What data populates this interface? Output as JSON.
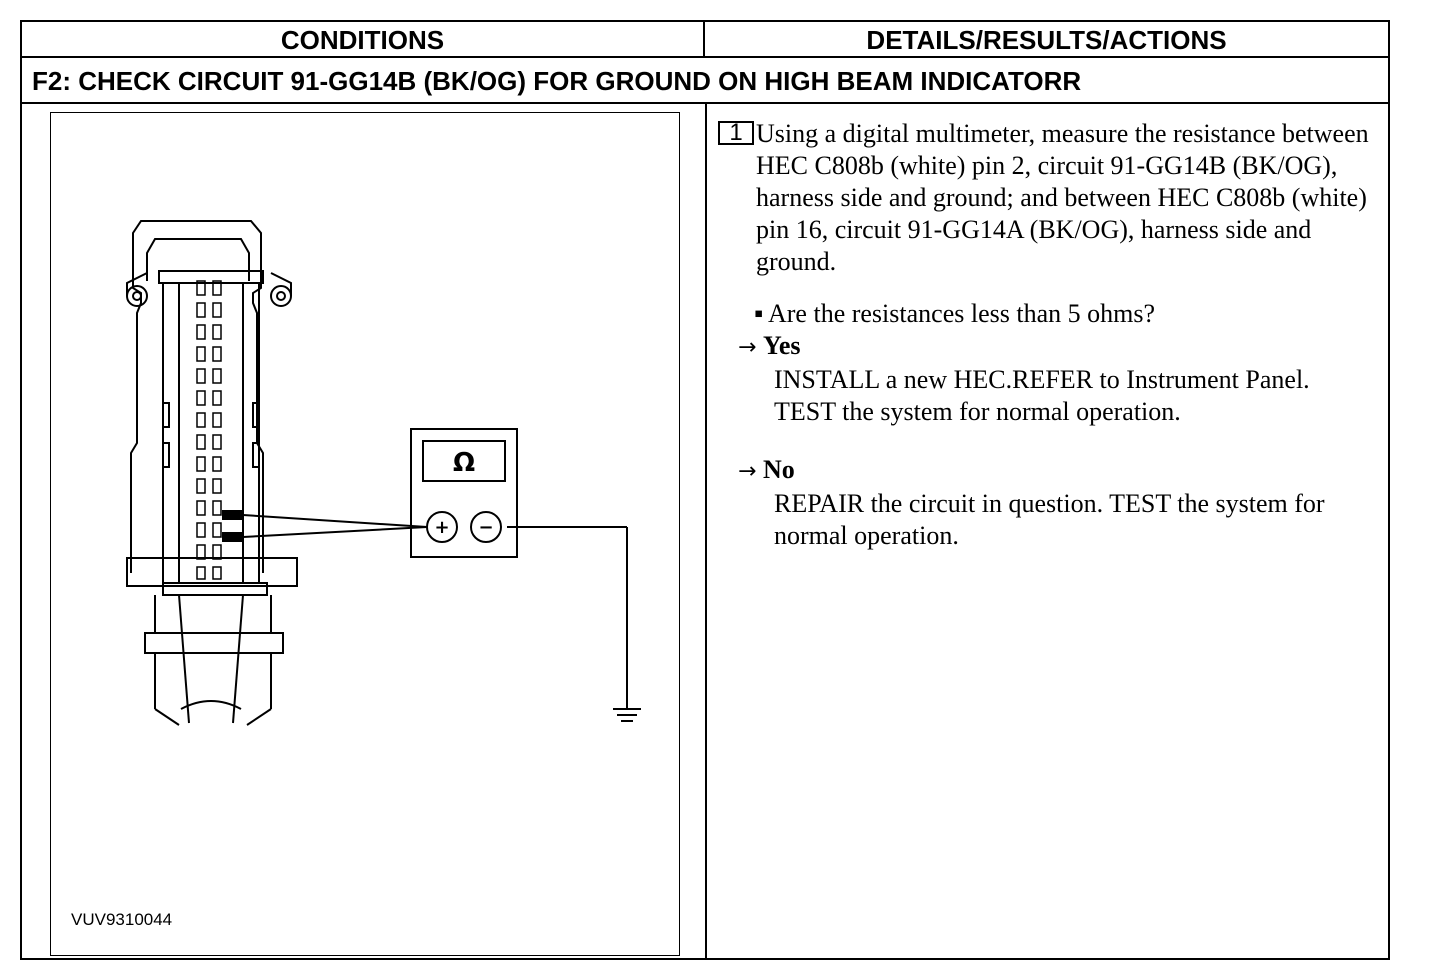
{
  "table": {
    "headers": {
      "conditions": "CONDITIONS",
      "details": "DETAILS/RESULTS/ACTIONS"
    },
    "title": "F2: CHECK CIRCUIT 91-GG14B (BK/OG) FOR GROUND ON HIGH BEAM INDICATORR"
  },
  "figure": {
    "code": "VUV9310044",
    "meter_symbol": "Ω",
    "plus_symbol": "+",
    "minus_symbol": "−",
    "icons": [
      "connector",
      "multimeter",
      "ground-symbol"
    ]
  },
  "step": {
    "number": "1",
    "text": "Using a digital multimeter, measure the resistance between HEC C808b (white) pin 2, circuit 91-GG14B (BK/OG), harness side and ground; and between HEC C808b (white) pin 16, circuit 91-GG14A (BK/OG), harness side and ground."
  },
  "question": {
    "bullet": "▪",
    "text": "Are the resistances less than 5 ohms?"
  },
  "answers": {
    "arrow": "→",
    "yes": {
      "label": "Yes",
      "action": "INSTALL a new HEC.REFER to Instrument Panel. TEST the system for normal operation."
    },
    "no": {
      "label": "No",
      "action": "REPAIR the circuit in question. TEST the system for normal operation."
    }
  }
}
